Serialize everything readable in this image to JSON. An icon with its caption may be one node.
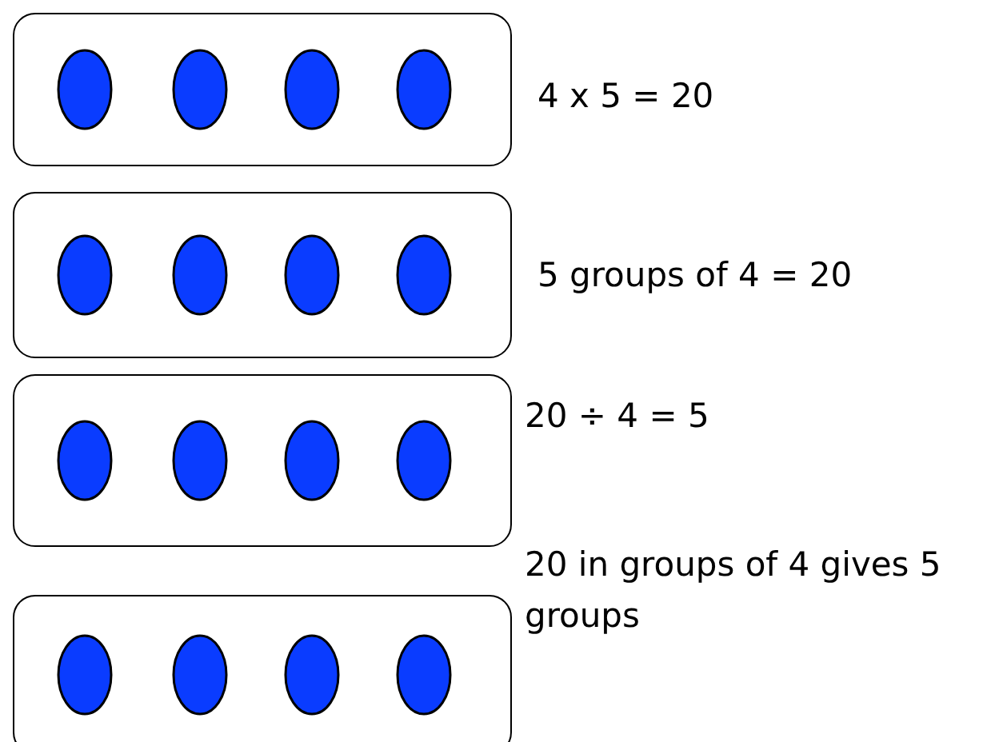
{
  "diagram": {
    "nodes": [
      {
        "text": [],
        "shape": "box"
      },
      {
        "text": [],
        "shape": "ellipse",
        "in": 0
      },
      {
        "text": [],
        "shape": "ellipse",
        "in": 0
      },
      {
        "text": [],
        "shape": "ellipse",
        "in": 0
      },
      {
        "text": [],
        "shape": "ellipse",
        "in": 0
      },
      {
        "text": [],
        "shape": "box"
      },
      {
        "text": [],
        "shape": "ellipse",
        "in": 5
      },
      {
        "text": [],
        "shape": "ellipse",
        "in": 5
      },
      {
        "text": [],
        "shape": "ellipse",
        "in": 5
      },
      {
        "text": [],
        "shape": "ellipse",
        "in": 5
      },
      {
        "text": [],
        "shape": "box"
      },
      {
        "text": [],
        "shape": "ellipse",
        "in": 10
      },
      {
        "text": [],
        "shape": "ellipse",
        "in": 10
      },
      {
        "text": [],
        "shape": "ellipse",
        "in": 10
      },
      {
        "text": [],
        "shape": "ellipse",
        "in": 10
      },
      {
        "text": [],
        "shape": "box"
      },
      {
        "text": [],
        "shape": "ellipse",
        "in": 15
      },
      {
        "text": [],
        "shape": "ellipse",
        "in": 15
      },
      {
        "text": [],
        "shape": "ellipse",
        "in": 15
      },
      {
        "text": [],
        "shape": "ellipse",
        "in": 15
      }
    ],
    "labels": [
      "4 x 5 = 20",
      "5 groups of 4 = 20",
      "20 ÷ 4 = 5",
      "20 in groups of 4 gives 5 groups"
    ]
  }
}
